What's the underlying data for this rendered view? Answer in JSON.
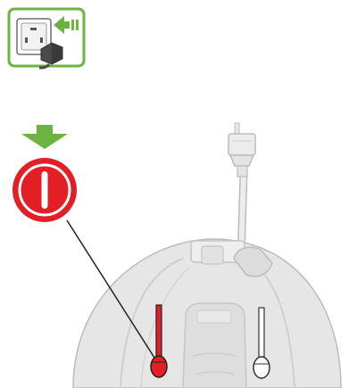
{
  "figure": {
    "a11y_label": "",
    "steps": [
      {
        "id": "unplug",
        "icon": "wall-socket-unplug-icon",
        "accent": "#6cb33f",
        "border": "#6cb33f"
      },
      {
        "id": "press-power",
        "icon": "power-button-icon",
        "color": "#e31e24",
        "pointer_color": "#222222"
      }
    ],
    "arrow": {
      "icon": "green-down-arrow-icon",
      "color": "#6cb33f"
    },
    "appliance": {
      "body_fill": "#e6e6e6",
      "outline": "#bcbcbc",
      "left_switch": {
        "state": "active",
        "color": "#e31e24"
      },
      "right_switch": {
        "state": "neutral",
        "color": "#ffffff"
      }
    },
    "cord": {
      "color": "#e6e6e6",
      "outline": "#bcbcbc"
    }
  }
}
